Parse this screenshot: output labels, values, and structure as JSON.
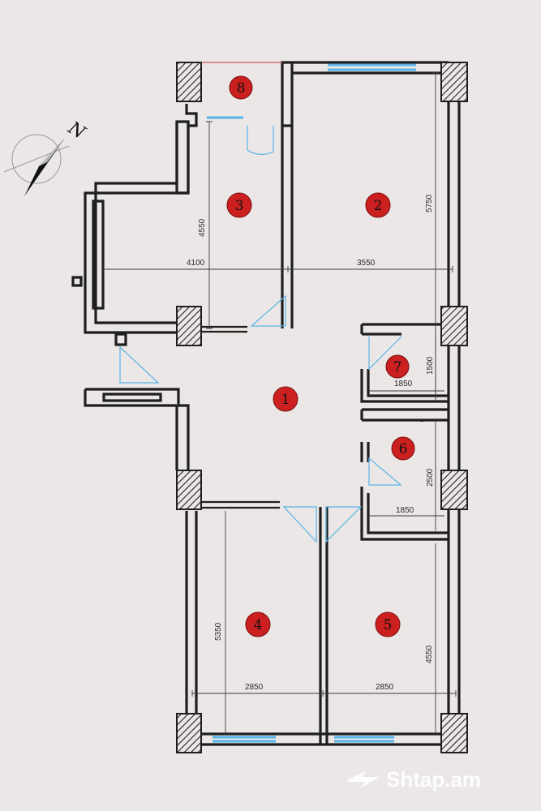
{
  "compass": {
    "label": "N"
  },
  "rooms": [
    {
      "number": "1"
    },
    {
      "number": "2"
    },
    {
      "number": "3"
    },
    {
      "number": "4"
    },
    {
      "number": "5"
    },
    {
      "number": "6"
    },
    {
      "number": "7"
    },
    {
      "number": "8"
    }
  ],
  "dimensions": {
    "room3_height": "4550",
    "room2_height": "5750",
    "room3_width": "4100",
    "room2_width": "3550",
    "room7_width": "1850",
    "room7_height": "1500",
    "room6_height": "2500",
    "room6_width": "1850",
    "room4_height": "5350",
    "room5_height": "4550",
    "room4_width": "2850",
    "room5_width": "2850"
  },
  "watermark": {
    "text": "Shtap.am"
  }
}
